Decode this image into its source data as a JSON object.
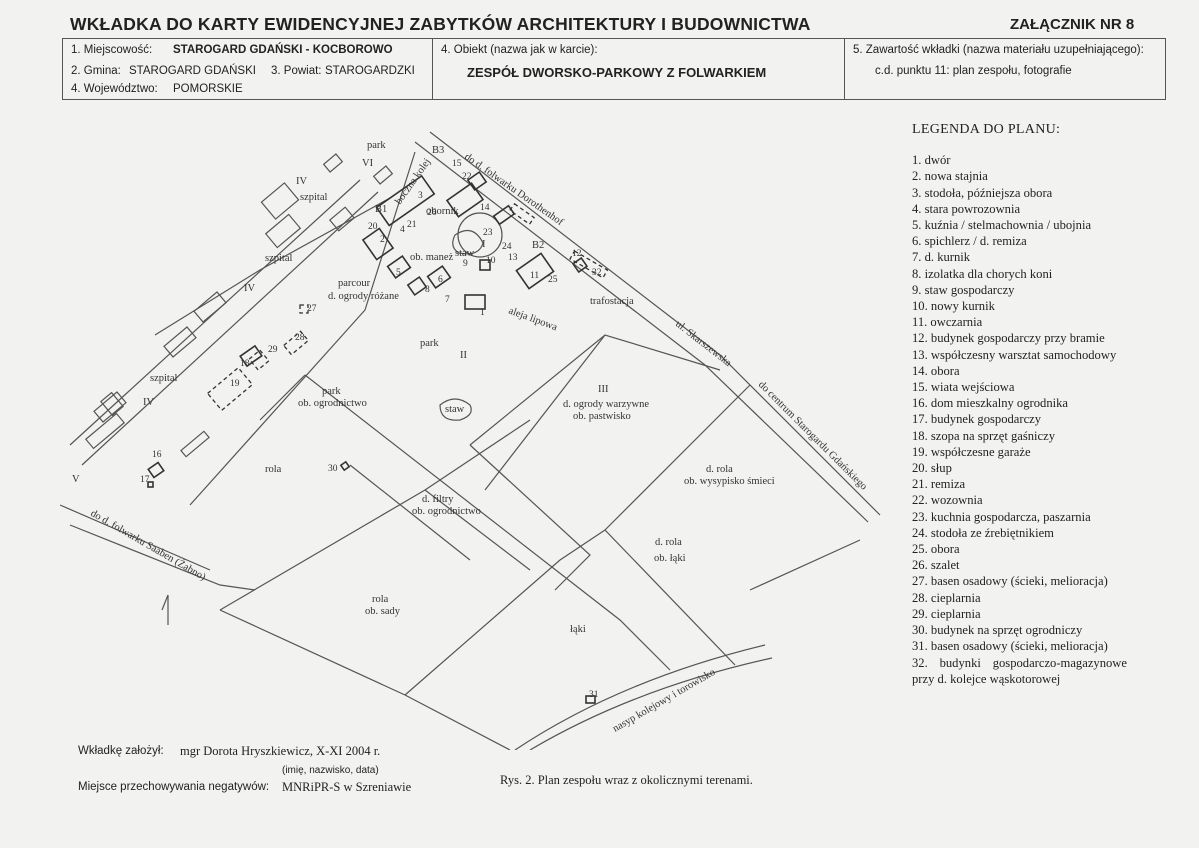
{
  "header": {
    "title": "WKŁADKA DO KARTY EWIDENCYJNEJ ZABYTKÓW ARCHITEKTURY I BUDOWNICTWA",
    "annex": "ZAŁĄCZNIK NR  8",
    "miejscowosc_label": "1. Miejscowość:",
    "miejscowosc_value": "STAROGARD GDAŃSKI - KOCBOROWO",
    "gmina_label": "2. Gmina:",
    "gmina_value": "STAROGARD GDAŃSKI",
    "powiat_label": "3. Powiat:",
    "powiat_value": "STAROGARDZKI",
    "wojewodztwo_label": "4. Województwo:",
    "wojewodztwo_value": "POMORSKIE",
    "obiekt_label": "4. Obiekt (nazwa jak w karcie):",
    "obiekt_value": "ZESPÓŁ DWORSKO-PARKOWY Z FOLWARKIEM",
    "zawartosc_label": "5. Zawartość wkładki (nazwa materiału uzupełniającego):",
    "zawartosc_value": "c.d. punktu 11: plan zespołu, fotografie"
  },
  "legend": {
    "title": "LEGENDA DO PLANU:",
    "items": [
      "1. dwór",
      "2. nowa stajnia",
      "3. stodoła, późniejsza obora",
      "4. stara powrozownia",
      "5. kuźnia / stelmachownia / ubojnia",
      "6. spichlerz / d. remiza",
      "7. d. kurnik",
      "8. izolatka dla chorych koni",
      "9. staw gospodarczy",
      "10. nowy kurnik",
      "11. owczarnia",
      "12. budynek gospodarczy przy bramie",
      "13. współczesny warsztat samochodowy",
      "14. obora",
      "15. wiata wejściowa",
      "16. dom mieszkalny ogrodnika",
      "17. budynek gospodarczy",
      "18. szopa na sprzęt gaśniczy",
      "19. współczesne garaże",
      "20. słup",
      "21. remiza",
      "22. wozownia",
      "23. kuchnia gospodarcza, paszarnia",
      "24. stodoła ze źrebiętnikiem",
      "25. obora",
      "26. szalet",
      "27. basen osadowy (ścieki, melioracja)",
      "28. cieplarnia",
      "29. cieplarnia",
      "30. budynek na sprzęt ogrodniczy",
      "31. basen osadowy (ścieki, melioracja)",
      "32. budynki gospodarczo-magazynowe przy d. kolejce wąskotorowej"
    ]
  },
  "footer": {
    "zalozyl_label": "Wkładkę założył:",
    "zalozyl_value": "mgr Dorota Hryszkiewicz, X-XI 2004 r.",
    "zalozyl_hint": "(imię, nazwisko, data)",
    "negatywy_label": "Miejsce przechowywania negatywów:",
    "negatywy_value": "MNRiPR-S w Szreniawie",
    "caption": "Rys. 2. Plan zespołu wraz z okolicznymi terenami."
  },
  "map": {
    "labels": {
      "park_top": "park",
      "vi": "VI",
      "iv_a": "IV",
      "szpital_a": "szpital",
      "szpital_b": "szpital",
      "iv_b": "IV",
      "szpital_c": "szpital",
      "iv_c": "IV",
      "v": "V",
      "parcour": "parcour",
      "d_ogrody_rozane": "d. ogrody różane",
      "park_ii": "park",
      "ii": "II",
      "park_ogr": "park",
      "ob_ogrodnictwo": "ob. ogrodnictwo",
      "staw_park": "staw",
      "rola_a": "rola",
      "d_filtry": "d. filtry",
      "ob_ogrodnictwo_b": "ob. ogrodnictwo",
      "iii": "III",
      "d_ogrody_warzywne": "d. ogrody warzywne",
      "ob_pastwisko": "ob. pastwisko",
      "d_rola_a": "d. rola",
      "ob_wysypisko": "ob. wysypisko śmieci",
      "d_rola_b": "d. rola",
      "ob_laki": "ob. łąki",
      "rola_b": "rola",
      "ob_sady": "ob. sady",
      "laki": "łąki",
      "i": "I",
      "obornik": "obornik",
      "ob_maniez": "ob. maneż",
      "staw_gosp": "staw",
      "aleja": "aleja lipowa",
      "trafostacja": "trafostacja",
      "boczna": "boczna kolej",
      "do_dorothenhof": "do d. folwarku Dorothenhof",
      "ul_skarszewska": "ul. Skarszewska",
      "do_centrum": "do centrum Starogardu Gdańskiego",
      "do_saaben": "do d. folwarku Saaben (Żabno)",
      "nasyp": "nasyp kolejowy i torowisko",
      "b1": "B1",
      "b2": "B2",
      "b3": "B3"
    },
    "numbers": [
      "1",
      "2",
      "3",
      "4",
      "5",
      "6",
      "7",
      "8",
      "9",
      "10",
      "11",
      "12",
      "13",
      "14",
      "15",
      "16",
      "17",
      "18",
      "19",
      "20",
      "21",
      "22",
      "23",
      "24",
      "25",
      "26",
      "27",
      "28",
      "29",
      "30",
      "31",
      "32"
    ]
  }
}
